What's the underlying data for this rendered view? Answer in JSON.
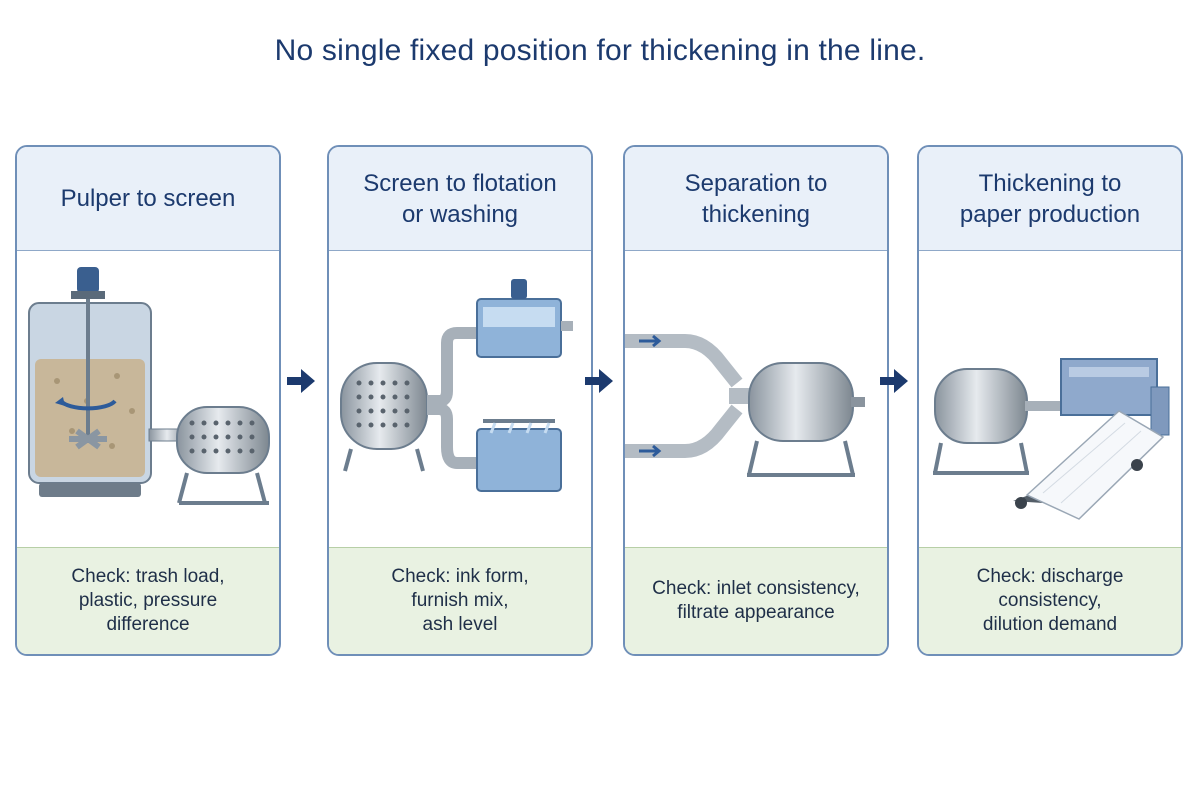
{
  "title": "No single fixed position for thickening in the line.",
  "stages": [
    {
      "heading": [
        "Pulper to screen"
      ],
      "check": [
        "Check: trash load,",
        "plastic, pressure",
        "difference"
      ]
    },
    {
      "heading": [
        "Screen to flotation",
        "or washing"
      ],
      "check": [
        "Check: ink form,",
        "furnish mix,",
        "ash level"
      ]
    },
    {
      "heading": [
        "Separation to",
        "thickening"
      ],
      "check": [
        "Check: inlet consistency,",
        "filtrate appearance"
      ]
    },
    {
      "heading": [
        "Thickening to",
        "paper production"
      ],
      "check": [
        "Check: discharge consistency,",
        "dilution demand"
      ]
    }
  ],
  "illustrations": [
    "pulper-and-screen-icon",
    "screen-with-flotation-and-washing-icon",
    "separation-into-thickener-icon",
    "thickener-to-paper-machine-icon"
  ],
  "colors": {
    "title": "#1c3a6e",
    "border": "#6f8fb8",
    "header_bg": "#e9f0f9",
    "footer_bg": "#e9f2e2",
    "arrow": "#1c3a6e"
  }
}
